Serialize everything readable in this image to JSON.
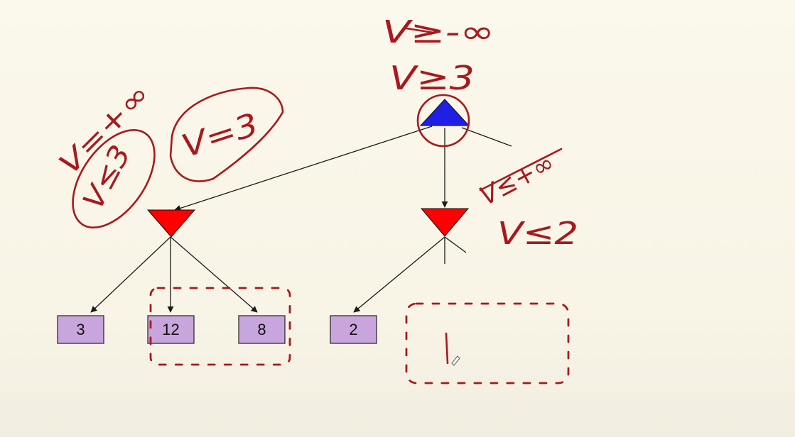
{
  "tree": {
    "leaves": [
      {
        "id": "leaf-1",
        "value": "3"
      },
      {
        "id": "leaf-2",
        "value": "12"
      },
      {
        "id": "leaf-3",
        "value": "8"
      },
      {
        "id": "leaf-4",
        "value": "2"
      }
    ]
  },
  "annotations": {
    "root_line1": "V≥-∞",
    "root_line2": "V≥3",
    "left_min_crossed": "V=+∞",
    "left_min_circled": "V≤3",
    "left_min_result": "V=3",
    "right_min_crossed": "V≤+∞",
    "right_min_bound": "V≤2"
  },
  "colors": {
    "max_node": "#1f1fe6",
    "min_node": "#ff0000",
    "leaf_fill": "#c9a5dd",
    "ink": "#a8191d",
    "background": "#fbf8ec"
  }
}
